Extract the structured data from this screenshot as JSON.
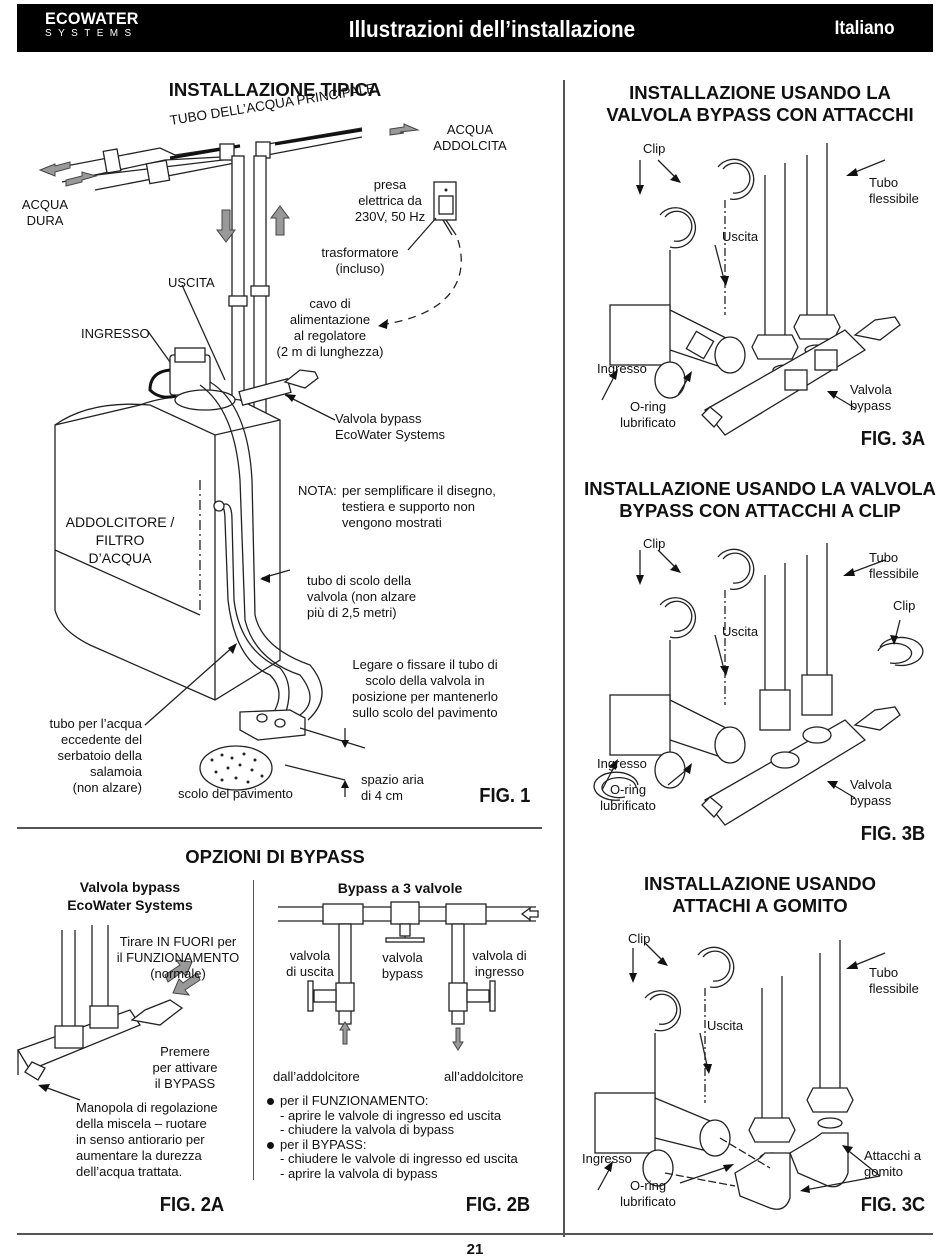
{
  "header": {
    "brand_name": "ECOWATER",
    "brand_sub": "SYSTEMS",
    "title": "Illustrazioni dell’installazione",
    "language": "Italiano"
  },
  "fig1": {
    "heading": "INSTALLAZIONE TIPICA",
    "main_pipe": "TUBO DELL’ACQUA PRINCIPALE",
    "soft_water": [
      "ACQUA",
      "ADDOLCITA"
    ],
    "hard_water": [
      "ACQUA",
      "DURA"
    ],
    "outlet": [
      "presa",
      "elettrica da",
      "230V, 50 Hz"
    ],
    "transformer": [
      "trasformatore",
      "(incluso)"
    ],
    "outlet_label": "USCITA",
    "inlet_label": "INGRESSO",
    "power_cord": [
      "cavo di",
      "alimentazione",
      "al regolatore",
      "(2 m di lunghezza)"
    ],
    "bypass_valve": [
      "Valvola bypass",
      "EcoWater Systems"
    ],
    "note_prefix": "NOTA:",
    "note": [
      "per semplificare il disegno,",
      "testiera e supporto non",
      "vengono mostrati"
    ],
    "softener": [
      "ADDOLCITORE /",
      "FILTRO",
      "D’ACQUA"
    ],
    "drain_hose": [
      "tubo di scolo della",
      "valvola (non alzare",
      "più di 2,5 metri)"
    ],
    "tie_note": [
      "Legare o fissare il tubo di",
      "scolo della valvola in",
      "posizione per mantenerlo",
      "sullo scolo del pavimento"
    ],
    "overflow": [
      "tubo per l’acqua",
      "eccedente del",
      "serbatoio della",
      "salamoia",
      "(non alzare)"
    ],
    "floor_drain": "scolo del pavimento",
    "air_gap": [
      "spazio aria",
      "di 4 cm"
    ],
    "caption": "FIG. 1"
  },
  "fig2": {
    "heading": "OPZIONI DI BYPASS",
    "a": {
      "title": [
        "Valvola bypass",
        "EcoWater Systems"
      ],
      "pull": [
        "Tirare IN FUORI per",
        "il FUNZIONAMENTO",
        "(normale)"
      ],
      "push": [
        "Premere",
        "per attivare",
        "il BYPASS"
      ],
      "knob": [
        "Manopola di regolazione",
        "della miscela – ruotare",
        "in senso antiorario per",
        "aumentare la durezza",
        "dell’acqua trattata."
      ],
      "caption": "FIG. 2A"
    },
    "b": {
      "title": "Bypass a 3 valvole",
      "outlet_valve": [
        "valvola",
        "di uscita"
      ],
      "bypass_valve": [
        "valvola",
        "bypass"
      ],
      "inlet_valve": [
        "valvola di",
        "ingresso"
      ],
      "from_softener": "dall’addolcitore",
      "to_softener": "all’addolcitore",
      "instructions": [
        {
          "bullet": "per il FUNZIONAMENTO:",
          "steps": [
            "- aprire le valvole di ingresso ed uscita",
            "- chiudere la valvola di bypass"
          ]
        },
        {
          "bullet": "per il BYPASS:",
          "steps": [
            "- chiudere le valvole di ingresso ed uscita",
            "- aprire la valvola di bypass"
          ]
        }
      ],
      "caption": "FIG. 2B"
    }
  },
  "fig3a": {
    "heading": [
      "INSTALLAZIONE USANDO LA",
      "VALVOLA BYPASS CON ATTACCHI"
    ],
    "clip": "Clip",
    "outlet": "Uscita",
    "hose": [
      "Tubo",
      "flessibile"
    ],
    "inlet": "Ingresso",
    "oring": [
      "O-ring",
      "lubrificato"
    ],
    "bypass": [
      "Valvola",
      "bypass"
    ],
    "caption": "FIG. 3A"
  },
  "fig3b": {
    "heading": [
      "INSTALLAZIONE USANDO LA VALVOLA",
      "BYPASS CON ATTACCHI A CLIP"
    ],
    "clip": "Clip",
    "clip2": "Clip",
    "outlet": "Uscita",
    "hose": [
      "Tubo",
      "flessibile"
    ],
    "inlet": "Ingresso",
    "oring": [
      "O-ring",
      "lubrificato"
    ],
    "bypass": [
      "Valvola",
      "bypass"
    ],
    "caption": "FIG. 3B"
  },
  "fig3c": {
    "heading": [
      "INSTALLAZIONE USANDO",
      "ATTACHI A GOMITO"
    ],
    "clip": "Clip",
    "outlet": "Uscita",
    "hose": [
      "Tubo",
      "flessibile"
    ],
    "inlet": "Ingresso",
    "oring": [
      "O-ring",
      "lubrificato"
    ],
    "elbow": [
      "Attacchi a",
      "gomito"
    ],
    "caption": "FIG. 3C"
  },
  "footer": {
    "page_number": "21"
  }
}
